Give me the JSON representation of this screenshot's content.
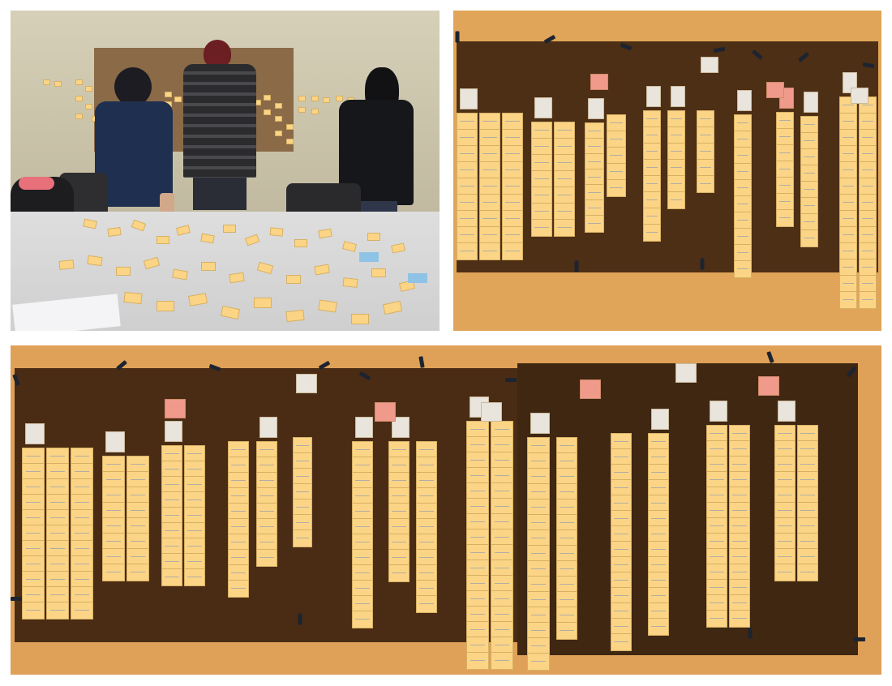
{
  "image": {
    "panels": [
      {
        "name": "workshop-room",
        "description_role": "photo"
      },
      {
        "name": "affinity-wall-wide",
        "description_role": "photo"
      },
      {
        "name": "affinity-wall-full",
        "description_role": "photo"
      }
    ]
  },
  "colors": {
    "wall": "#c9c2a8",
    "kraft_paper": "#4a2e16",
    "orange_wall": "#e0a559",
    "sticky_yellow": "#fbd585",
    "sticky_pink": "#f09a8c",
    "sticky_white": "#e9e4dc",
    "table": "#dcdcdc",
    "tape": "#1d2430"
  },
  "icons": [
    "sticky-note-icon",
    "tape-icon",
    "person-figure",
    "backpack-icon",
    "chair-icon"
  ]
}
